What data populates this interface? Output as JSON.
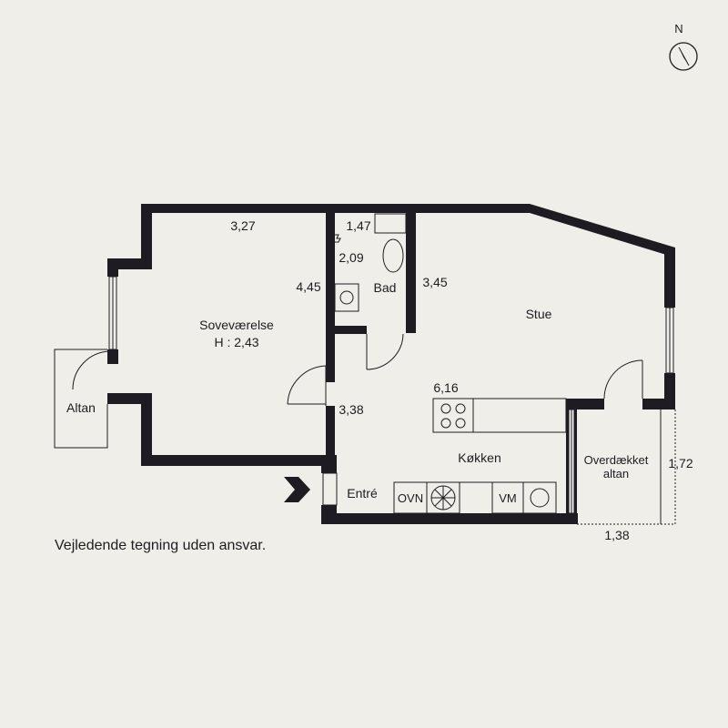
{
  "compass": {
    "label": "N",
    "icon": "north-arrow-icon"
  },
  "rooms": {
    "bedroom": {
      "name": "Soveværelse",
      "height": "H : 2,43"
    },
    "bath": {
      "name": "Bad"
    },
    "living": {
      "name": "Stue"
    },
    "kitchen": {
      "name": "Køkken"
    },
    "entry": {
      "name": "Entré"
    },
    "balcony": {
      "name": "Altan"
    },
    "covered_balcony": {
      "name_line1": "Overdækket",
      "name_line2": "altan"
    }
  },
  "dimensions": {
    "bedroom_width": "3,27",
    "bedroom_depth": "4,45",
    "bath_width": "1,47",
    "bath_depth": "2,09",
    "living_depth": "3,45",
    "kitchen_width": "6,16",
    "hall_depth": "3,38",
    "covered_depth": "1,72",
    "covered_width": "1,38"
  },
  "appliances": {
    "oven": "OVN",
    "washer": "VM"
  },
  "disclaimer": "Vejledende tegning uden ansvar.",
  "colors": {
    "background": "#f0eee8",
    "wall": "#1e1c22",
    "line": "#1e1c22"
  }
}
